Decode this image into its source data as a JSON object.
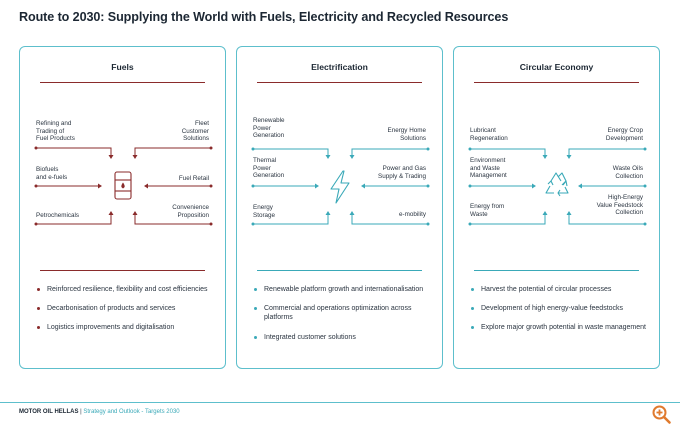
{
  "title": "Route to 2030: Supplying the World with Fuels, Electricity and Recycled Resources",
  "colors": {
    "accent_teal": "#3aa9b8",
    "accent_red": "#8a2b2b",
    "border": "#5dbfcc",
    "zoom": "#e07a2e"
  },
  "panels": {
    "fuels": {
      "title": "Fuels",
      "center_icon": "fuel-barrel-icon",
      "left_labels": [
        "Refining and\nTrading of\nFuel Products",
        "Biofuels\nand e-fuels",
        "Petrochemicals"
      ],
      "right_labels": [
        "Fleet\nCustomer\nSolutions",
        "Fuel Retail",
        "Convenience\nProposition"
      ],
      "bullets": [
        "Reinforced resilience, flexibility and cost efficiencies",
        "Decarbonisation of products and services",
        "Logistics improvements and digitalisation"
      ]
    },
    "electrification": {
      "title": "Electrification",
      "center_icon": "lightning-bolt-icon",
      "left_labels": [
        "Renewable\nPower\nGeneration",
        "Thermal\nPower\nGeneration",
        "Energy\nStorage"
      ],
      "right_labels": [
        "Energy Home\nSolutions",
        "Power and Gas\nSupply & Trading",
        "e-mobility"
      ],
      "bullets": [
        "Renewable platform growth and internationalisation",
        "Commercial and operations optimization across platforms",
        "Integrated customer solutions"
      ]
    },
    "circular": {
      "title": "Circular Economy",
      "center_icon": "recycle-icon",
      "left_labels": [
        "Lubricant\nRegeneration",
        "Environment\nand Waste\nManagement",
        "Energy from\nWaste"
      ],
      "right_labels": [
        "Energy Crop\nDevelopment",
        "Waste Oils\nCollection",
        "High-Energy\nValue Feedstock\nCollection"
      ],
      "bullets": [
        "Harvest the potential of circular processes",
        "Development of high energy-value feedstocks",
        "Explore major growth potential in waste management"
      ]
    }
  },
  "footer": {
    "brand": "MOTOR OIL HELLAS",
    "separator": " | ",
    "section": "Strategy and Outlook - Targets 2030"
  },
  "zoom_icon": "zoom-in-icon"
}
